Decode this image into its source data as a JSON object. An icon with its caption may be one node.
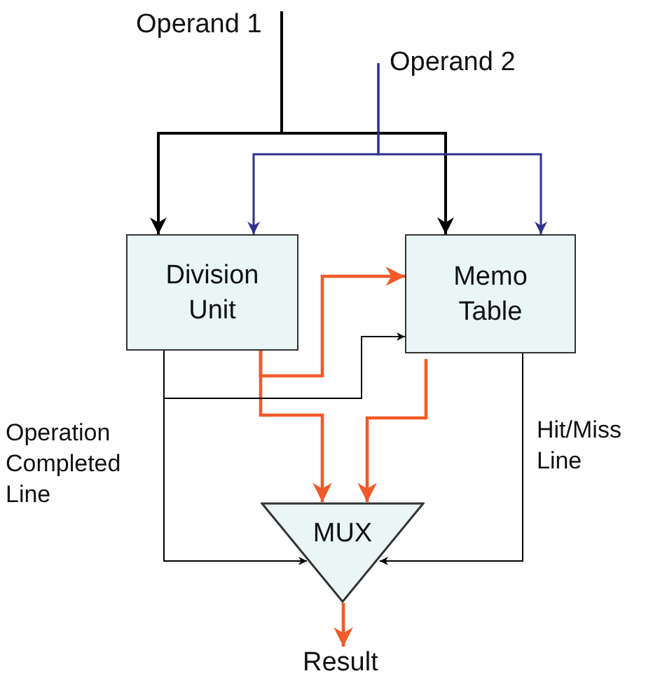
{
  "diagram": {
    "nodes": [
      {
        "text": [
          "Operand 1"
        ]
      },
      {
        "text": [
          "Operand 2"
        ]
      },
      {
        "text": [
          "Division Unit"
        ]
      },
      {
        "text": [
          "Memo Table"
        ]
      },
      {
        "text": [
          "MUX"
        ]
      },
      {
        "text": [
          "Result"
        ]
      }
    ],
    "edges": [
      {
        "from": 0,
        "to": 2,
        "arrow": "to"
      },
      {
        "from": 0,
        "to": 3,
        "arrow": "to"
      },
      {
        "from": 1,
        "to": 2,
        "arrow": "to",
        "color": "#2e3192"
      },
      {
        "from": 1,
        "to": 3,
        "arrow": "to",
        "color": "#2e3192"
      },
      {
        "from": 2,
        "to": 3,
        "arrow": "to",
        "color": "#f15a29"
      },
      {
        "from": 2,
        "to": 4,
        "arrow": "to",
        "color": "#f15a29"
      },
      {
        "from": 3,
        "to": 4,
        "arrow": "to",
        "color": "#f15a29"
      },
      {
        "from": 4,
        "to": 5,
        "arrow": "to",
        "color": "#f15a29"
      },
      {
        "from": 2,
        "to": 4,
        "arrow": "to",
        "label": "Operation Completed Line"
      },
      {
        "from": 2,
        "to": 3,
        "arrow": "to"
      },
      {
        "from": 3,
        "to": 4,
        "arrow": "to",
        "label": "Hit/Miss Line"
      }
    ]
  }
}
